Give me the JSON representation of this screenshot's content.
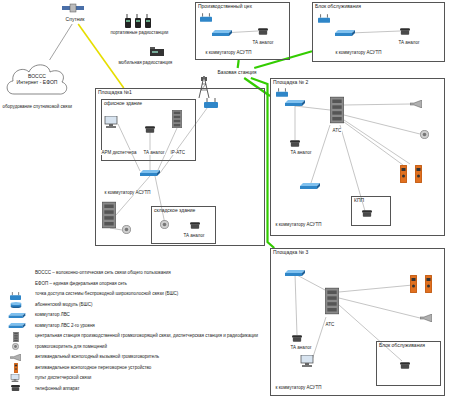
{
  "diagram": {
    "nodes": [
      {
        "text": [
          "Спутник"
        ]
      },
      {
        "text": [
          "ВОССС",
          "Интернет - ЕФОП"
        ]
      },
      {
        "text": [
          "Площадка №1"
        ]
      },
      {
        "text": [
          "офисное здание"
        ],
        "in": 2
      },
      {
        "text": [
          "складское здание"
        ],
        "in": 2
      },
      {
        "text": [
          "Базовая станция"
        ]
      },
      {
        "text": [
          "Производственный цех"
        ]
      },
      {
        "text": [
          "Блок обслуживания"
        ]
      },
      {
        "text": [
          "Площадка № 2"
        ]
      },
      {
        "text": [
          "КПП"
        ],
        "in": 8
      },
      {
        "text": [
          "Площадка № 3"
        ]
      },
      {
        "text": [
          "Блок обслуживания"
        ],
        "in": 10
      }
    ],
    "edges": [
      {
        "from": 1,
        "to": 0,
        "arrow": "none"
      },
      {
        "from": 0,
        "to": 2,
        "arrow": "none"
      },
      {
        "from": 5,
        "to": 6,
        "arrow": "none"
      },
      {
        "from": 5,
        "to": 7,
        "arrow": "none"
      },
      {
        "from": 5,
        "to": 8,
        "arrow": "none"
      },
      {
        "from": 5,
        "to": 10,
        "arrow": "none"
      }
    ],
    "labels": [
      "оборудование спутниковой связи",
      "портативные радиостанции",
      "мобильная радиостанция",
      "АРМ диспетчера",
      "ТА аналог",
      "IP-АТС",
      "к коммутатору АСУТП",
      "ТА аналог",
      "ТА аналог",
      "к коммутатору АСУТП",
      "ТА аналог",
      "к коммутатору АСУТП",
      "ТА аналог",
      "АТС",
      "к коммутатору АСУТП",
      "ТА аналог",
      "АТС",
      "к коммутатору АСУТП"
    ],
    "legend": [
      {
        "text": "ВОССС – волоконно-оптическая сеть связи общего пользования"
      },
      {
        "text": "ЕФОП – единая федеральная опорная сеть"
      },
      {
        "text": "точка доступа системы беспроводной широкополосной связи (БШС)"
      },
      {
        "text": "абонентский модуль (БШС)"
      },
      {
        "text": "коммутатор ЛВС"
      },
      {
        "text": "коммутатор ЛВС 2-го уровня"
      },
      {
        "text": "центральная станция производственной громкоговорящей связи, диспетчерская станция и радиофикации"
      },
      {
        "text": "громкоговоритель для помещений"
      },
      {
        "text": "антивандальный всепогодный вызывной громкоговоритель"
      },
      {
        "text": "антивандальное всепогодное переговорное устройство"
      },
      {
        "text": "пульт диспетчерской связи"
      },
      {
        "text": "телефонный аппарат"
      }
    ]
  }
}
